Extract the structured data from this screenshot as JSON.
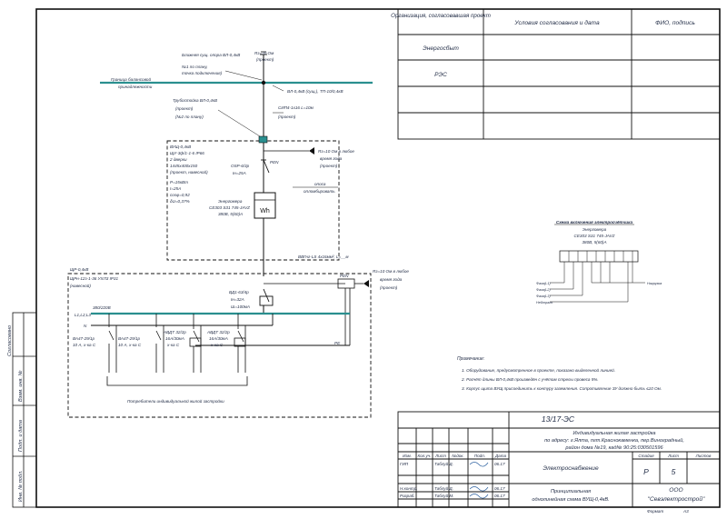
{
  "approval_table": {
    "headers": [
      "Организация, согласовавшая проект",
      "Условия согласования и дата",
      "ФИО, подпись"
    ],
    "rows": [
      "Энергосбыт",
      "РЭС",
      "",
      "",
      ""
    ]
  },
  "left_margin": {
    "stamps": [
      "Согласовано",
      "Взам. инв. №",
      "Подп. и дата",
      "Инв. № подл."
    ]
  },
  "main_scheme": {
    "labels": {
      "pole_existing": "Ближняя сущ. опора ВЛ-0,4кВ",
      "pole_ref1": "№1 по плану,",
      "pole_ref2": "точка подключения)",
      "rz_top": "Rз=30 Ом",
      "rz_top2": "(проект)",
      "vl_line": "ВЛ-0,4кВ (сущ.), ТП-10/0,4кВ",
      "boundary1": "Граница балансовой",
      "boundary2": "принадлежности",
      "riser1": "Трубостойка ВЛ-0,4кВ",
      "riser2": "(проект)",
      "riser3": "(№2 по плану)",
      "sip1": "СИП4-1х16 L=10м",
      "sip2": "(проект)",
      "cabinet1": "ВУЩ-0,4кВ",
      "cabinet2": "ЩУ-3ф/1-1-6 IP66",
      "cabinet3": "2 дверки",
      "cabinet4": "1445х400х150",
      "cabinet5": "(проект, навесной)",
      "calc1": "Р=15кВт",
      "calc2": "I=25А",
      "calc3": "cosφ=0,92",
      "calc4": "δU=0,37%",
      "breaker1": "OSP-6/3р",
      "breaker2": "Iн=25А",
      "meter1": "Энергомера",
      "meter2": "CE303 S31 745-JAVZ",
      "meter3": "380В, 5(60)А",
      "meter_symbol": "Wh",
      "pen": "PEN",
      "ground1": "Rз=10 Ом в любое",
      "ground2": "время года",
      "ground3": "(проект)",
      "seal1": "опоса",
      "seal2": "опломбировать",
      "cable": "ВВГнг-LS 4х16мм², L=__м",
      "shield1": "ЩР-0,4кВ",
      "shield2": "ЩРн-12з-1-36 УХЛ3 IP31",
      "shield3": "(навесной)",
      "rz2_1": "Rз=10 Ом в любое",
      "rz2_2": "время года",
      "rz2_3": "(проект)",
      "rcd1": "ВД1-63/4р",
      "rcd2": "Iн=32А",
      "rcd3": "IΔ=100мА",
      "bus_voltage": "380/220В",
      "phases": "L1,L2,L3",
      "n": "N",
      "pe": "PE",
      "pen2": "PEN",
      "q1": "ВА47-29/1р",
      "q1b": "10 А, х-ка С",
      "q2": "ВА47-29/1р",
      "q2b": "10 А, х-ка С",
      "q3": "АВДТ 32/2р",
      "q3b": "16А/30мА",
      "q3c": "х-ка С",
      "q4": "АВДТ 32/2р",
      "q4b": "16А/30мА",
      "q4c": "х-ка С",
      "consumers": "Потребители индивидуальной жилой застройки"
    }
  },
  "meter_scheme": {
    "title": "Схема включения электросчётчика",
    "subtitle1": "Энергомера",
    "subtitle2": "CE303 S31 745-JAVZ",
    "subtitle3": "380В, 5(60)А",
    "inputs": [
      "Фаза(L1)",
      "Фаза(L2)",
      "Фаза(L3)",
      "Нейтраль"
    ],
    "load": "Нагрузка"
  },
  "notes": {
    "title": "Примечание:",
    "items": [
      "1. Оборудование, предусмотренное в проекте, показано выделенной линией.",
      "2. Расчёт длины ВЛ-0,4кВ произведён с учётом стрелы провеса 5%.",
      "3. Корпус щита ВУЩ присоединить к контуру заземления. Сопротивление ЗУ должно быть ≤10 Ом."
    ]
  },
  "title_block": {
    "code": "13/17-ЭС",
    "object1": "Индивидуальная жилая застройка",
    "object2": "по адресу: г.Ялта, пгт.Краснокаменка, пер.Виноградный,",
    "object3": "район дома №19, кад№ 90:25:030501596",
    "headers": [
      "Изм.",
      "Кол.уч.",
      "Лист",
      "№док.",
      "Подп.",
      "Дата"
    ],
    "rows": [
      {
        "role": "ГИП",
        "name": "Таблуй Д.",
        "date": "06.17"
      },
      {
        "role": "",
        "name": "",
        "date": ""
      },
      {
        "role": "Н.контр.",
        "name": "Таблуй Д.",
        "date": "06.17"
      },
      {
        "role": "Разраб.",
        "name": "Таблуй М.",
        "date": "06.17"
      }
    ],
    "section": "Электроснабжение",
    "stage_header": "Стадия",
    "sheet_header": "Лист",
    "sheets_header": "Листов",
    "stage": "Р",
    "sheet": "",
    "sheets": "5",
    "drawing1": "Принципиальная",
    "drawing2": "однолинейная схема ВУЩ-0,4кВ.",
    "company1": "ООО",
    "company2": "\"Севэлектрострой\"",
    "format_label": "Формат",
    "format": "А3"
  },
  "colors": {
    "line": "#1a1a1a",
    "accent": "#2a8f8f",
    "marker": "#1b6b6b"
  }
}
